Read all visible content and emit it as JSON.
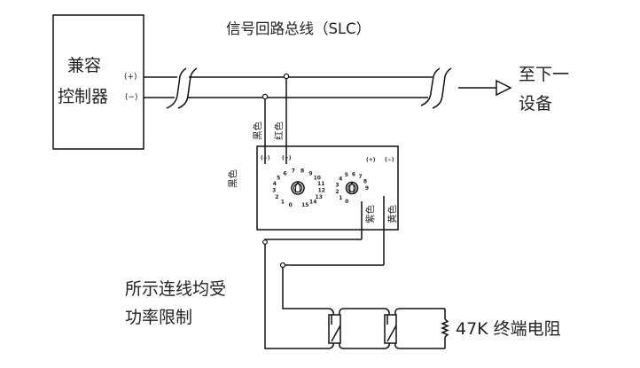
{
  "diagram": {
    "title": "信号回路总线（SLC）",
    "controller": {
      "label_line1": "兼容",
      "label_line2": "控制器",
      "terminal_plus": "(+)",
      "terminal_minus": "(−)"
    },
    "next_device": {
      "line1": "至下一",
      "line2": "设备"
    },
    "module": {
      "side_label": "黑色",
      "wire_in_minus_color": "黑色",
      "wire_in_plus_color": "红色",
      "terminal_in_minus": "(−)",
      "terminal_in_plus": "(+)",
      "terminal_out_plus": "(+)",
      "terminal_out_minus": "(−)",
      "wire_out_plus_color": "紫色",
      "wire_out_minus_color": "黄色",
      "dial_tens_digits": [
        "0",
        "1",
        "2",
        "3",
        "4",
        "5",
        "6",
        "7",
        "8",
        "9",
        "10",
        "11",
        "12",
        "13",
        "14",
        "15"
      ],
      "dial_ones_digits": [
        "0",
        "1",
        "2",
        "3",
        "4",
        "5",
        "6",
        "7",
        "8",
        "9"
      ]
    },
    "note": {
      "line1": "所示连线均受",
      "line2": "功率限制"
    },
    "resistor": {
      "label": "47K 终端电阻"
    }
  }
}
